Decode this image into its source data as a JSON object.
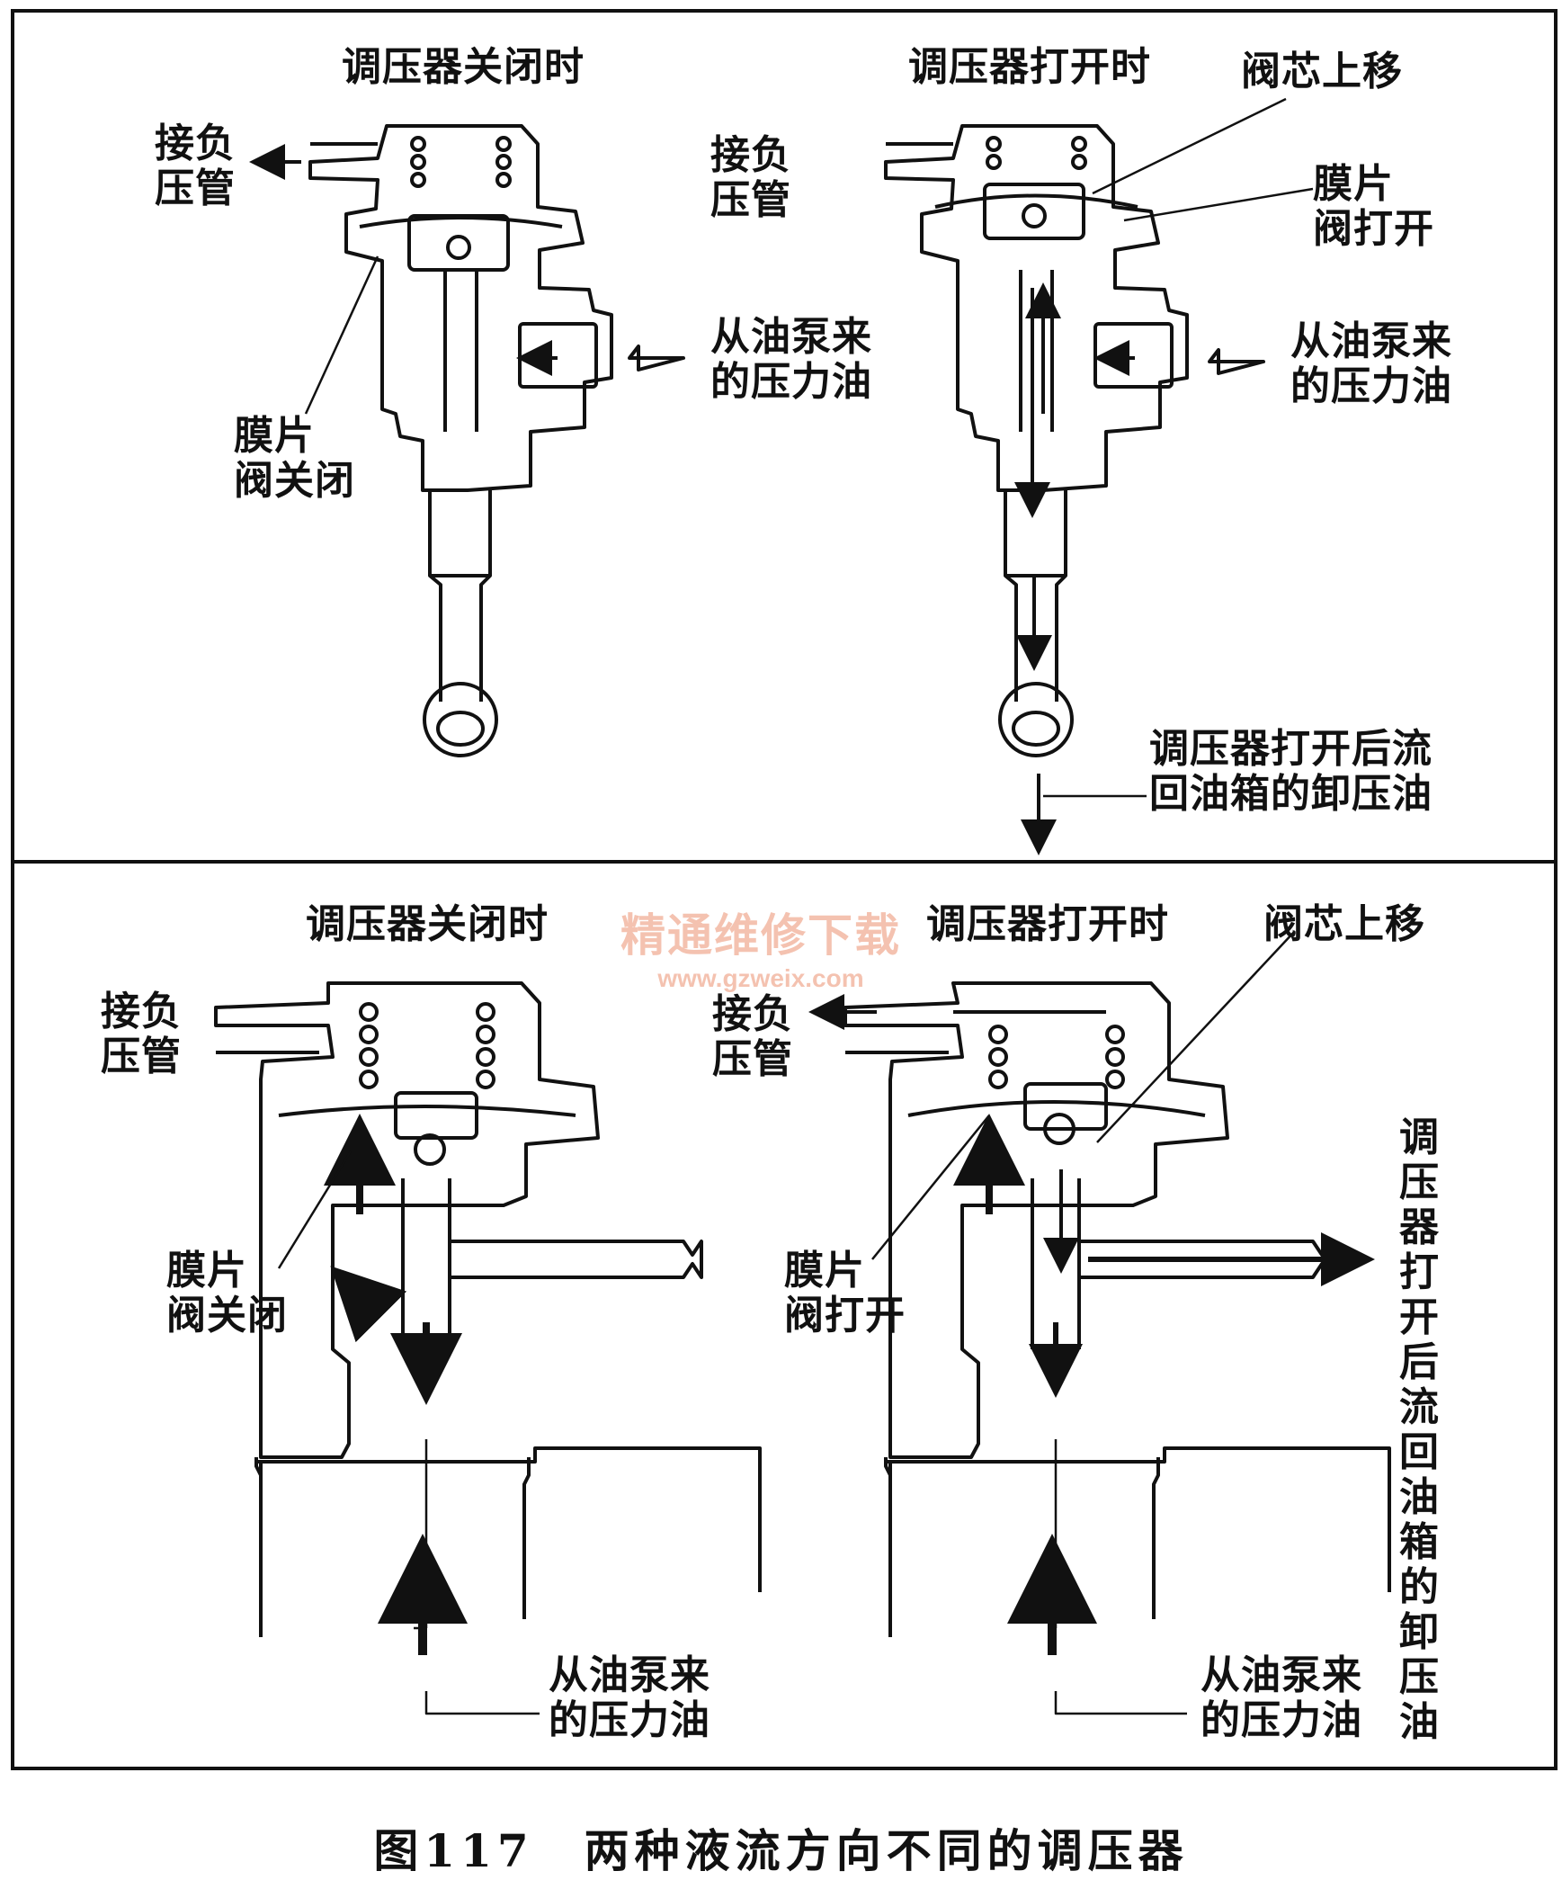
{
  "top_panel": {
    "left_title": "调压器关闭时",
    "right_title": "调压器打开时",
    "valve_core_up": "阀芯上移",
    "vacuum_left": "接负\n压管",
    "vacuum_right": "接负\n压管",
    "diaphragm_closed": "膜片\n阀关闭",
    "diaphragm_open": "膜片\n阀打开",
    "pump_oil_left": "从油泵来\n的压力油",
    "pump_oil_right": "从油泵来\n的压力油",
    "return_oil": "调压器打开后流\n回油箱的卸压油"
  },
  "bottom_panel": {
    "left_title": "调压器关闭时",
    "right_title": "调压器打开时",
    "valve_core_up": "阀芯上移",
    "vacuum_left": "接负\n压管",
    "vacuum_right": "接负\n压管",
    "diaphragm_closed": "膜片\n阀关闭",
    "diaphragm_open": "膜片\n阀打开",
    "return_oil_vertical": "调压器打开后流回油箱的卸压油",
    "pump_oil_left": "从油泵来\n的压力油",
    "pump_oil_right": "从油泵来\n的压力油"
  },
  "watermark": {
    "text": "精通维修下载",
    "url": "www.gzweix.com"
  },
  "caption": "图117　两种液流方向不同的调压器"
}
